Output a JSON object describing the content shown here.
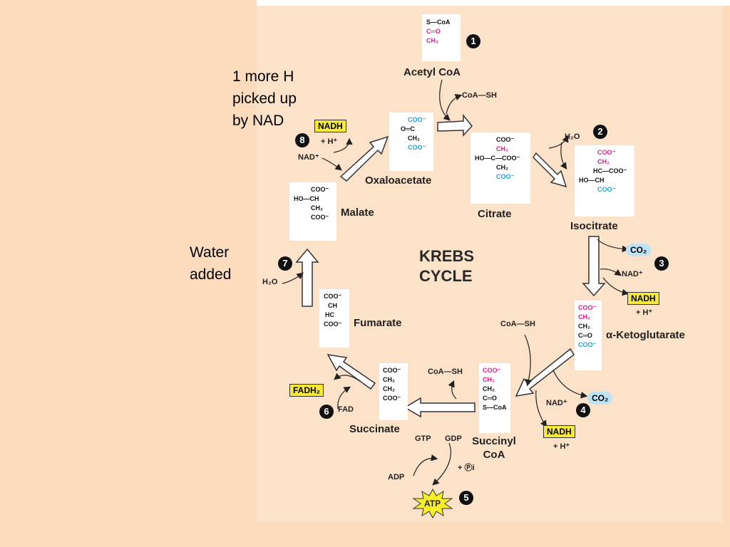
{
  "annotations": {
    "nad_note": [
      "1 more H",
      "picked up",
      "by NAD"
    ],
    "water_note": [
      "Water",
      "added"
    ]
  },
  "cycle_title": [
    "KREBS",
    "CYCLE"
  ],
  "molecules": {
    "acetyl_coa": {
      "name": "Acetyl CoA",
      "formula": [
        "S—CoA",
        "C═O",
        "CH₃"
      ]
    },
    "citrate": {
      "name": "Citrate",
      "formula": [
        "COO⁻",
        "CH₂",
        "HO—C—COO⁻",
        "CH₂",
        "COO⁻"
      ]
    },
    "isocitrate": {
      "name": "Isocitrate",
      "formula": [
        "COO⁻",
        "CH₂",
        "HC—COO⁻",
        "HO—CH",
        "COO⁻"
      ]
    },
    "ketoglutarate": {
      "name": "α-Ketoglutarate",
      "formula": [
        "COO⁻",
        "CH₂",
        "CH₂",
        "C═O",
        "COO⁻"
      ]
    },
    "succinyl_coa": {
      "name": "Succinyl CoA",
      "formula": [
        "COO⁻",
        "CH₂",
        "CH₂",
        "C═O",
        "S—CoA"
      ]
    },
    "succinate": {
      "name": "Succinate",
      "formula": [
        "COO⁻",
        "CH₂",
        "CH₂",
        "COO⁻"
      ]
    },
    "fumarate": {
      "name": "Fumarate",
      "formula": [
        "COO⁻",
        "CH",
        "HC",
        "COO⁻"
      ]
    },
    "malate": {
      "name": "Malate",
      "formula": [
        "COO⁻",
        "HO—CH",
        "CH₂",
        "COO⁻"
      ]
    },
    "oxaloacetate": {
      "name": "Oxaloacetate",
      "formula": [
        "COO⁻",
        "O═C",
        "CH₂",
        "COO⁻"
      ]
    }
  },
  "labels": {
    "coa_sh_1": "CoA—SH",
    "h2o_2": "H₂O",
    "co2_3": "CO₂",
    "nad_3": "NAD⁺",
    "nadh_3": "NADH",
    "h_3": "+ H⁺",
    "coa_sh_4": "CoA—SH",
    "co2_4": "CO₂",
    "nad_4": "NAD⁺",
    "nadh_4": "NADH",
    "h_4": "+ H⁺",
    "coa_sh_5": "CoA—SH",
    "gtp": "GTP",
    "gdp": "GDP",
    "pi": "+ Ⓟi",
    "adp": "ADP",
    "atp": "ATP",
    "fadh2": "FADH₂",
    "fad": "FAD",
    "h2o_7": "H₂O",
    "nadh_8": "NADH",
    "h_8": "+ H⁺",
    "nad_8": "NAD⁺"
  },
  "steps": [
    "1",
    "2",
    "3",
    "4",
    "5",
    "6",
    "7",
    "8"
  ],
  "colors": {
    "background": "#fcdcbc",
    "panel": "#fde2ca",
    "nadh_tag": "#f7e93a",
    "co2_tag": "#bfe3f3",
    "carbon_pink": "#e0218a",
    "carbon_blue": "#1fa3d8"
  }
}
